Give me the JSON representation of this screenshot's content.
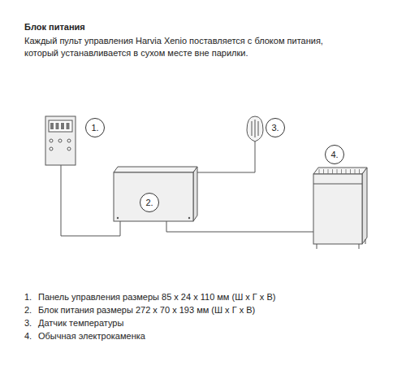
{
  "diagram": {
    "title": "Блок питания",
    "nodes": [
      {
        "text": [
          "1."
        ]
      },
      {
        "text": [
          "2."
        ]
      },
      {
        "text": [
          "3."
        ]
      },
      {
        "text": [
          "4."
        ]
      }
    ],
    "labels": [
      "Каждый пульт управления Harvia Xenio поставляется с блоком питания, который устанавливается в сухом месте вне парилки.",
      "1.",
      "Панель управления размеры 85 x 24 x 110 мм (Ш x Г x В)",
      "2.",
      "Блок питания размеры 272 x 70 x 193 мм (Ш x Г x В)",
      "3.",
      "Датчик температуры",
      "4.",
      "Обычная электрокаменка"
    ]
  }
}
